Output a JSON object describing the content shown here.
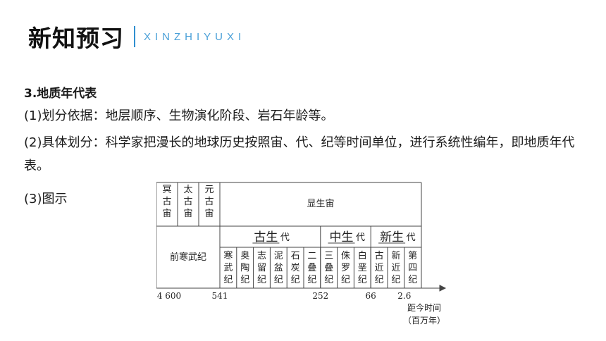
{
  "header": {
    "title": "新知预习",
    "subtitle": "XINZHIYUXI",
    "accent_color": "#2f8fd0"
  },
  "content": {
    "heading": "3.地质年代表",
    "p1": "(1)划分依据：地层顺序、生物演化阶段、岩石年龄等。",
    "p2": "(2)具体划分：科学家把漫长的地球历史按照宙、代、纪等时间单位，进行系统性编年，即地质年代表。",
    "p3": "(3)图示"
  },
  "figure": {
    "eons": {
      "hadean": [
        "冥",
        "古",
        "宙"
      ],
      "archean": [
        "太",
        "古",
        "宙"
      ],
      "proterozoic": [
        "元",
        "古",
        "宙"
      ],
      "phanerozoic": "显生宙"
    },
    "precambrian": "前寒武纪",
    "eras": [
      {
        "name": "古生",
        "suffix": "代"
      },
      {
        "name": "中生",
        "suffix": "代"
      },
      {
        "name": "新生",
        "suffix": "代"
      }
    ],
    "era_name_color": "#c00000",
    "periods": [
      [
        "寒",
        "武",
        "纪"
      ],
      [
        "奥",
        "陶",
        "纪"
      ],
      [
        "志",
        "留",
        "纪"
      ],
      [
        "泥",
        "盆",
        "纪"
      ],
      [
        "石",
        "炭",
        "纪"
      ],
      [
        "二",
        "叠",
        "纪"
      ],
      [
        "三",
        "叠",
        "纪"
      ],
      [
        "侏",
        "罗",
        "纪"
      ],
      [
        "白",
        "垩",
        "纪"
      ],
      [
        "古",
        "近",
        "纪"
      ],
      [
        "新",
        "近",
        "纪"
      ],
      [
        "第",
        "四",
        "纪"
      ]
    ],
    "ticks": [
      "4 600",
      "541",
      "252",
      "66",
      "2.6"
    ],
    "axis_label": "距今时间",
    "axis_unit": "（百万年）"
  }
}
